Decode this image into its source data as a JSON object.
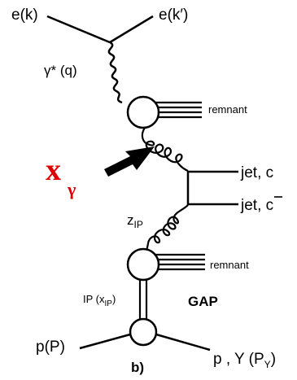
{
  "diagram": {
    "labels": {
      "e_in": "e(k)",
      "e_out": "e(k′)",
      "photon_main": "γ*",
      "photon_arg": "(q)",
      "remnant_top": "remnant",
      "x_main": "x",
      "x_sub": "γ",
      "jet_c": "jet, c",
      "jet_cbar_prefix": "jet, ",
      "jet_cbar_letter": "c",
      "z_main": "z",
      "z_sub": "IP",
      "remnant_bottom": "remnant",
      "pomeron_main": "IP (x",
      "pomeron_sub": "IP",
      "pomeron_close": ")",
      "gap": "GAP",
      "proton_in": "p(P)",
      "proton_out_main": "p , Y (P",
      "proton_out_sub": "Y",
      "proton_out_close": ")",
      "panel": "b)"
    },
    "colors": {
      "ink": "#000000",
      "x_gamma": "#e00000"
    }
  }
}
